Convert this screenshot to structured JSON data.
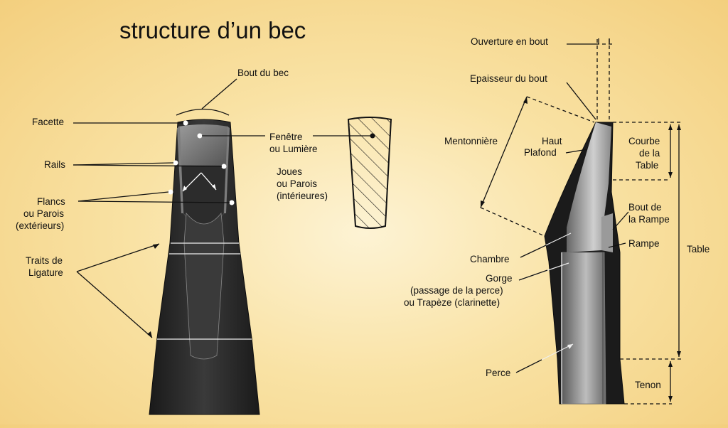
{
  "title": "structure d’un bec",
  "front_view": {
    "bout_du_bec": "Bout du bec",
    "facette": "Facette",
    "rails": "Rails",
    "flancs": [
      "Flancs",
      "ou Parois",
      "(extérieurs)"
    ],
    "traits": [
      "Traits de",
      "Ligature"
    ],
    "fenetre": [
      "Fenêtre",
      "ou Lumière"
    ],
    "joues": [
      "Joues",
      "ou Parois",
      "(intérieures)"
    ]
  },
  "side_view": {
    "ouverture": "Ouverture en bout",
    "epaisseur": "Epaisseur du bout",
    "mentonniere": "Mentonnière",
    "haut_plafond": [
      "Haut",
      "Plafond"
    ],
    "courbe": [
      "Courbe",
      "de la",
      "Table"
    ],
    "bout_rampe": [
      "Bout de",
      "la Rampe"
    ],
    "rampe": "Rampe",
    "table": "Table",
    "chambre": "Chambre",
    "gorge": [
      "Gorge",
      "(passage de la perce)",
      "ou Trapèze (clarinette)"
    ],
    "perce": "Perce",
    "tenon": "Tenon"
  }
}
